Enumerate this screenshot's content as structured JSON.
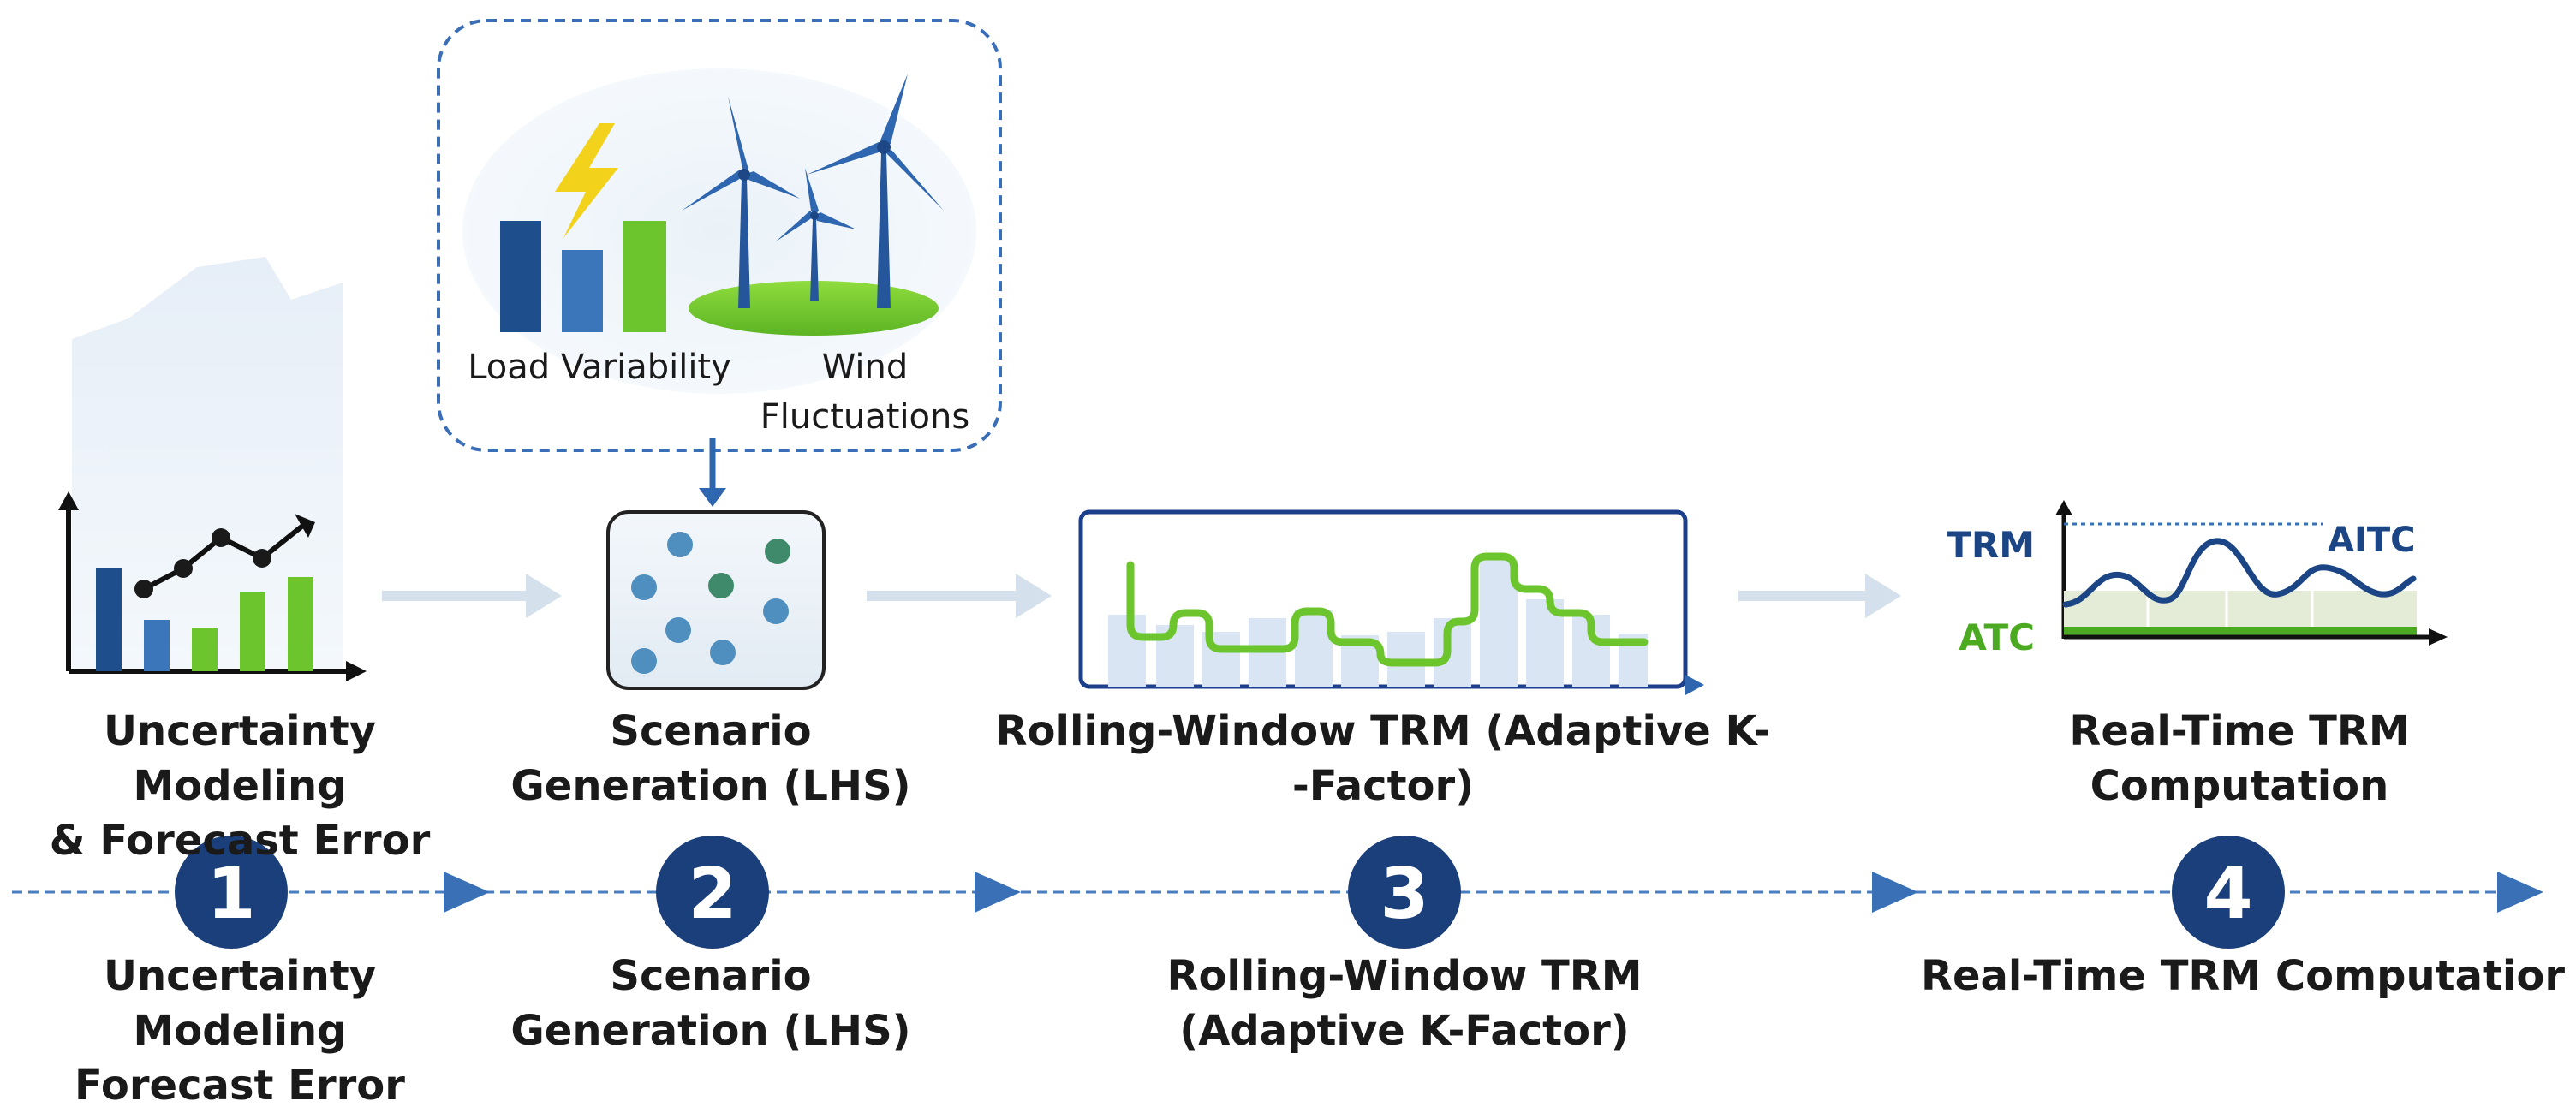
{
  "sources": {
    "load_label": "Load Variability",
    "wind_label_line1": "Wind",
    "wind_label_line2": "Fluctuations"
  },
  "stages": [
    {
      "line1": "Uncertainty Modeling",
      "line2": "& Forecast Error"
    },
    {
      "line1": "Scenario",
      "line2": "Generation (LHS)"
    },
    {
      "line1": "Rolling-Window TRM (Adaptive K-",
      "line2": "-Factor)"
    },
    {
      "line1": "Real-Time TRM Computation",
      "line2": ""
    }
  ],
  "rt_chart": {
    "top_label": "TRM",
    "bottom_label": "ATC",
    "right_label": "AITC"
  },
  "timeline": [
    {
      "number": "1",
      "line1": "Uncertainty Modeling",
      "line2": "Forecast Error"
    },
    {
      "number": "2",
      "line1": "Scenario",
      "line2": "Generation (LHS)"
    },
    {
      "number": "3",
      "line1": "Rolling-Window TRM",
      "line2": "(Adaptive K-Factor)"
    },
    {
      "number": "4",
      "line1": "Real-Time TRM Computatior",
      "line2": ""
    }
  ],
  "colors": {
    "navy": "#1b3f7a",
    "blue": "#3a70b5",
    "green": "#6cc52c",
    "light_arrow": "#d4e0ec",
    "dashed": "#4a7cc0"
  }
}
